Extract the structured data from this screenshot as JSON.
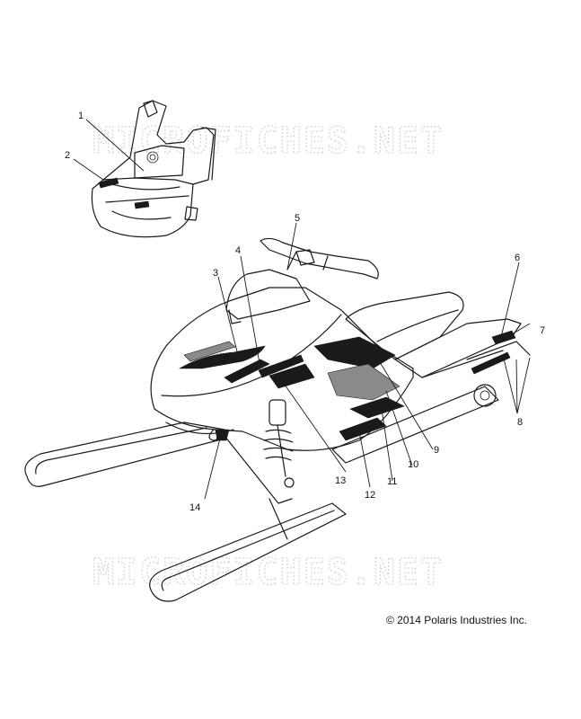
{
  "watermark": "MICROFICHES.NET",
  "copyright": "© 2014 Polaris Industries Inc.",
  "callouts": [
    {
      "id": "1",
      "label": "1"
    },
    {
      "id": "2",
      "label": "2"
    },
    {
      "id": "3",
      "label": "3"
    },
    {
      "id": "4",
      "label": "4"
    },
    {
      "id": "5",
      "label": "5"
    },
    {
      "id": "6",
      "label": "6"
    },
    {
      "id": "7",
      "label": "7"
    },
    {
      "id": "8",
      "label": "8"
    },
    {
      "id": "9",
      "label": "9"
    },
    {
      "id": "10",
      "label": "10"
    },
    {
      "id": "11",
      "label": "11"
    },
    {
      "id": "12",
      "label": "12"
    },
    {
      "id": "13",
      "label": "13"
    },
    {
      "id": "14",
      "label": "14"
    }
  ]
}
